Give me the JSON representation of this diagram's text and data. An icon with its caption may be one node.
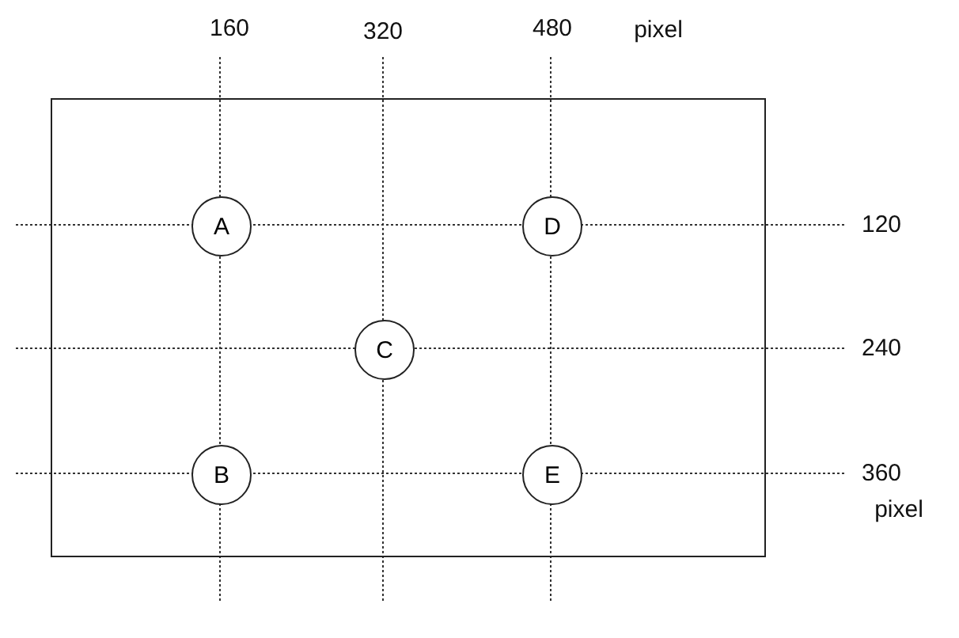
{
  "diagram": {
    "nodes": [
      {
        "text": [],
        "shape": "box"
      },
      {
        "text": [
          "A"
        ],
        "in": 0
      },
      {
        "text": [
          "D"
        ],
        "in": 0
      },
      {
        "text": [
          "C"
        ],
        "in": 0
      },
      {
        "text": [
          "B"
        ],
        "in": 0
      },
      {
        "text": [
          "E"
        ],
        "in": 0
      }
    ],
    "labels": [
      "160",
      "320",
      "480",
      "pixel",
      "120",
      "240",
      "360",
      "pixel"
    ]
  }
}
